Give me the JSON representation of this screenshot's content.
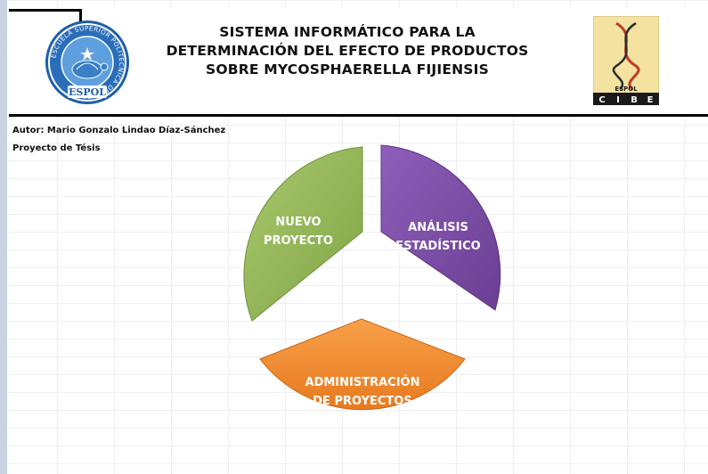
{
  "header": {
    "title_lines": [
      "SISTEMA INFORMÁTICO PARA LA",
      "DETERMINACIÓN DEL EFECTO DE PRODUCTOS",
      "SOBRE MYCOSPHAERELLA FIJIENSIS"
    ],
    "left_logo": {
      "icon": "espol-seal-icon",
      "ring_text": "ESCUELA SUPERIOR POLITÉCNICA DEL LITORAL",
      "banner_text": "ESPOL"
    },
    "right_logo": {
      "icon": "espol-cibe-logo-icon",
      "top_text": "ESPOL",
      "letters": [
        "C",
        "I",
        "B",
        "E"
      ]
    }
  },
  "meta": {
    "author": "Autor: Mario Gonzalo Lindao Díaz-Sánchez",
    "project": "Proyecto de Tésis"
  },
  "menu": [
    {
      "id": "nuevo",
      "lines": [
        "NUEVO",
        "PROYECTO"
      ],
      "color": "#8fb455"
    },
    {
      "id": "analisis",
      "lines": [
        "ANÁLISIS",
        "ESTADÍSTICO"
      ],
      "color": "#7b4fa3"
    },
    {
      "id": "admin",
      "lines": [
        "ADMINISTRACIÓN",
        "DE PROYECTOS"
      ],
      "color": "#f0862a"
    }
  ]
}
